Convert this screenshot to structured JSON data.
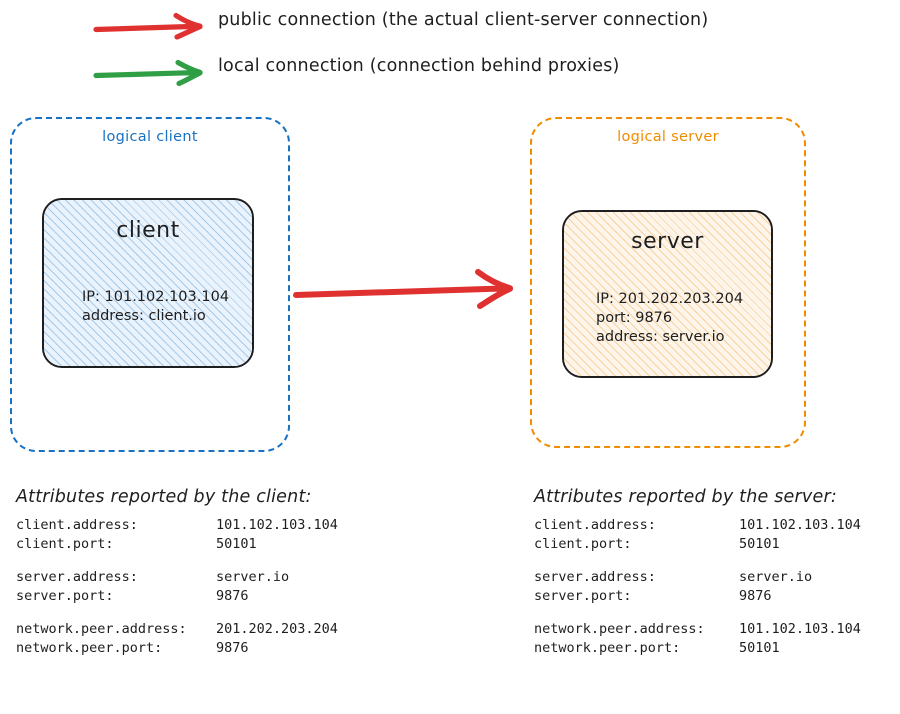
{
  "legend": {
    "items": [
      {
        "icon": "arrow-right-icon",
        "color": "#e03131",
        "label": "public connection (the actual client-server connection)"
      },
      {
        "icon": "arrow-right-icon",
        "color": "#2f9e44",
        "label": "local connection (connection behind proxies)"
      }
    ]
  },
  "diagram": {
    "connection_arrow": {
      "icon": "arrow-right-icon",
      "color": "#e03131",
      "kind": "public connection"
    },
    "client_container": {
      "label": "logical client",
      "color": "#1971c2"
    },
    "server_container": {
      "label": "logical server",
      "color": "#f08c00"
    },
    "client_node": {
      "title": "client",
      "fill": "#e7f1fb",
      "hatch": "#a5c8e8",
      "lines": [
        "IP: 101.102.103.104",
        "address: client.io"
      ]
    },
    "server_node": {
      "title": "server",
      "fill": "#fdf3e6",
      "hatch": "#f3c98b",
      "lines": [
        "IP: 201.202.203.204",
        "port: 9876",
        "address: server.io"
      ]
    }
  },
  "attributes": {
    "client_panel": {
      "heading": "Attributes reported by the client:",
      "groups": [
        [
          {
            "key": "client.address:",
            "value": "101.102.103.104"
          },
          {
            "key": "client.port:",
            "value": "50101"
          }
        ],
        [
          {
            "key": "server.address:",
            "value": "server.io"
          },
          {
            "key": "server.port:",
            "value": "9876"
          }
        ],
        [
          {
            "key": "network.peer.address:",
            "value": "201.202.203.204"
          },
          {
            "key": "network.peer.port:",
            "value": "9876"
          }
        ]
      ]
    },
    "server_panel": {
      "heading": "Attributes reported by the server:",
      "groups": [
        [
          {
            "key": "client.address:",
            "value": "101.102.103.104"
          },
          {
            "key": "client.port:",
            "value": "50101"
          }
        ],
        [
          {
            "key": "server.address:",
            "value": "server.io"
          },
          {
            "key": "server.port:",
            "value": "9876"
          }
        ],
        [
          {
            "key": "network.peer.address:",
            "value": "101.102.103.104"
          },
          {
            "key": "network.peer.port:",
            "value": "50101"
          }
        ]
      ]
    }
  }
}
